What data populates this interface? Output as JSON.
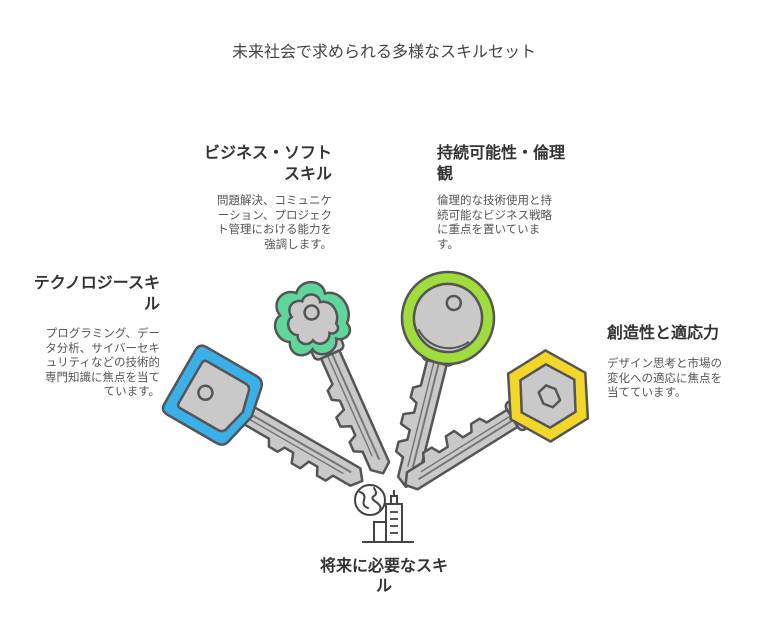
{
  "title": "未来社会で求められる多様なスキルセット",
  "items": [
    {
      "heading_lines": [
        "テクノロジースキ",
        "ル"
      ],
      "desc_lines": [
        "プログラミング、デー",
        "タ分析、サイバーセキ",
        "ュリティなどの技術的",
        "専門知識に焦点を当て",
        "ています。"
      ],
      "color": "#3ab0e8"
    },
    {
      "heading_lines": [
        "ビジネス・ソフト",
        "スキル"
      ],
      "desc_lines": [
        "問題解決、コミュニケ",
        "ーション、プロジェク",
        "ト管理における能力を",
        "強調します。"
      ],
      "color": "#5fd69a"
    },
    {
      "heading_lines": [
        "持続可能性・倫理",
        "観"
      ],
      "desc_lines": [
        "倫理的な技術使用と持",
        "続可能なビジネス戦略",
        "に重点を置いていま",
        "す。"
      ],
      "color": "#9fdc3c"
    },
    {
      "heading_lines": [
        "創造性と適応力"
      ],
      "desc_lines": [
        "デザイン思考と市場の",
        "変化への適応に焦点を",
        "当てています。"
      ],
      "color": "#f2d629"
    }
  ],
  "center": {
    "lines": [
      "将来に必要なスキ",
      "ル"
    ]
  },
  "icons": {
    "center": "globe-city-icon"
  }
}
